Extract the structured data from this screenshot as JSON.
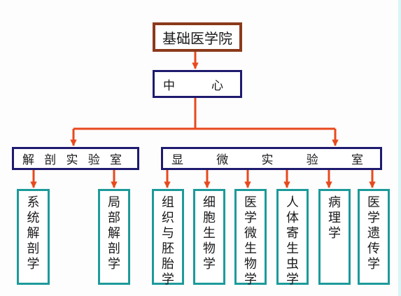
{
  "root": {
    "label": "基础医学院"
  },
  "center": {
    "chars": [
      "中",
      "心"
    ]
  },
  "lab_anatomy": {
    "chars": [
      "解",
      "剖",
      "实",
      "验",
      "室"
    ],
    "children": [
      {
        "label": "系统解剖学"
      },
      {
        "label": "局部解剖学"
      }
    ]
  },
  "lab_micro": {
    "chars": [
      "显",
      "微",
      "实",
      "验",
      "室"
    ],
    "children": [
      {
        "label": "组织与胚胎学"
      },
      {
        "label": "细胞生物学"
      },
      {
        "label": "医学微生物学"
      },
      {
        "label": "人体寄生虫学"
      },
      {
        "label": "病理学"
      },
      {
        "label": "医学遗传学"
      }
    ]
  },
  "colors": {
    "connector": "#e8491d",
    "root_border": "#8b3a1c",
    "mid_border": "#1e1a6e",
    "leaf_border": "#1d9a9a"
  }
}
